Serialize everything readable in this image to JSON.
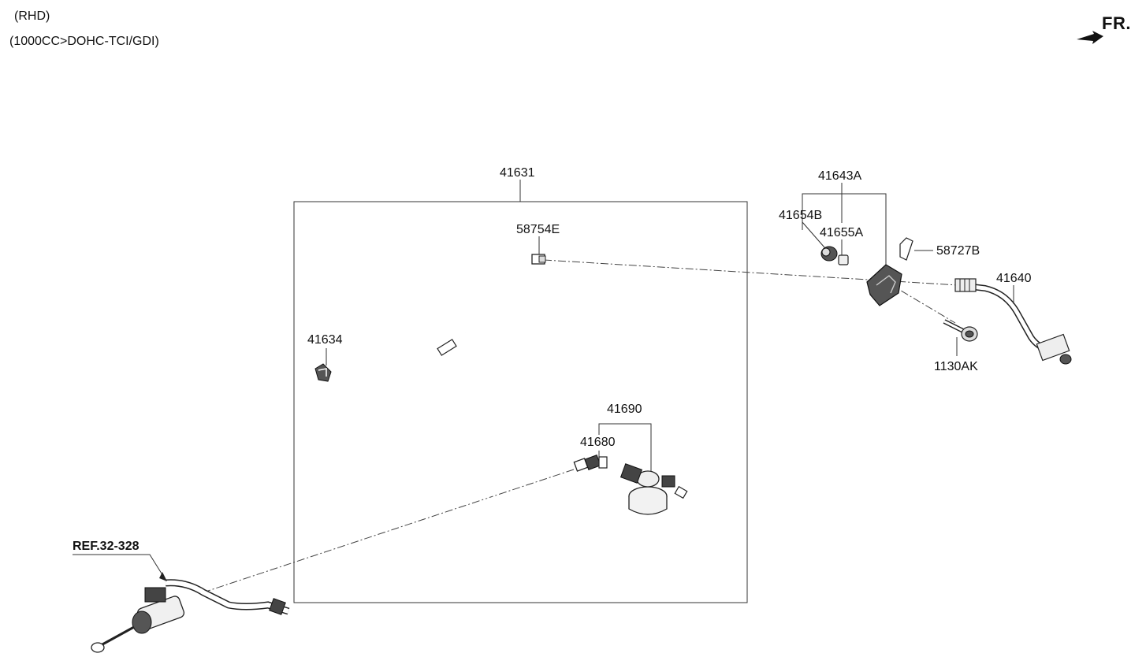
{
  "header": {
    "line1": "(RHD)",
    "line2": "(1000CC>DOHC-TCI/GDI)",
    "direction_label": "FR."
  },
  "parts": {
    "p41631": "41631",
    "p58754E": "58754E",
    "p41634": "41634",
    "p41690": "41690",
    "p41680": "41680",
    "p41643A": "41643A",
    "p41654B": "41654B",
    "p41655A": "41655A",
    "p58727B": "58727B",
    "p41640": "41640",
    "p1130AK": "1130AK"
  },
  "reference": "REF.32-328",
  "icons": [
    "direction-arrow-icon"
  ]
}
